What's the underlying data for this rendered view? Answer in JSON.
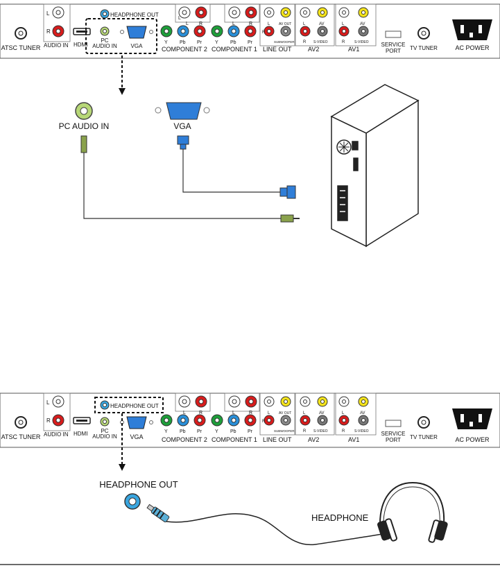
{
  "panel": {
    "atsc_tuner": "ATSC TUNER",
    "audio_in": "AUDIO IN",
    "hdmi": "HDMI",
    "pc": "PC",
    "pc_audio_in_short": "AUDIO IN",
    "vga": "VGA",
    "headphone_out": "HEADPHONE OUT",
    "component2": "COMPONENT 2",
    "component1": "COMPONENT 1",
    "line_out": "LINE OUT",
    "av2": "AV2",
    "av1": "AV1",
    "service": "SERVICE",
    "port": "PORT",
    "tv_tuner": "TV TUNER",
    "ac_power": "AC POWER",
    "l": "L",
    "r": "R",
    "y": "Y",
    "pb": "Pb",
    "pr": "Pr",
    "av": "AV",
    "av_out": "AV OUT",
    "subwoofer": "SUBWOOFER",
    "s_video": "S-VIDEO"
  },
  "top": {
    "pc_audio_in_label": "PC AUDIO IN",
    "vga_label": "VGA"
  },
  "bottom": {
    "headphone_out_label": "HEADPHONE OUT",
    "headphone_label": "HEADPHONE"
  }
}
